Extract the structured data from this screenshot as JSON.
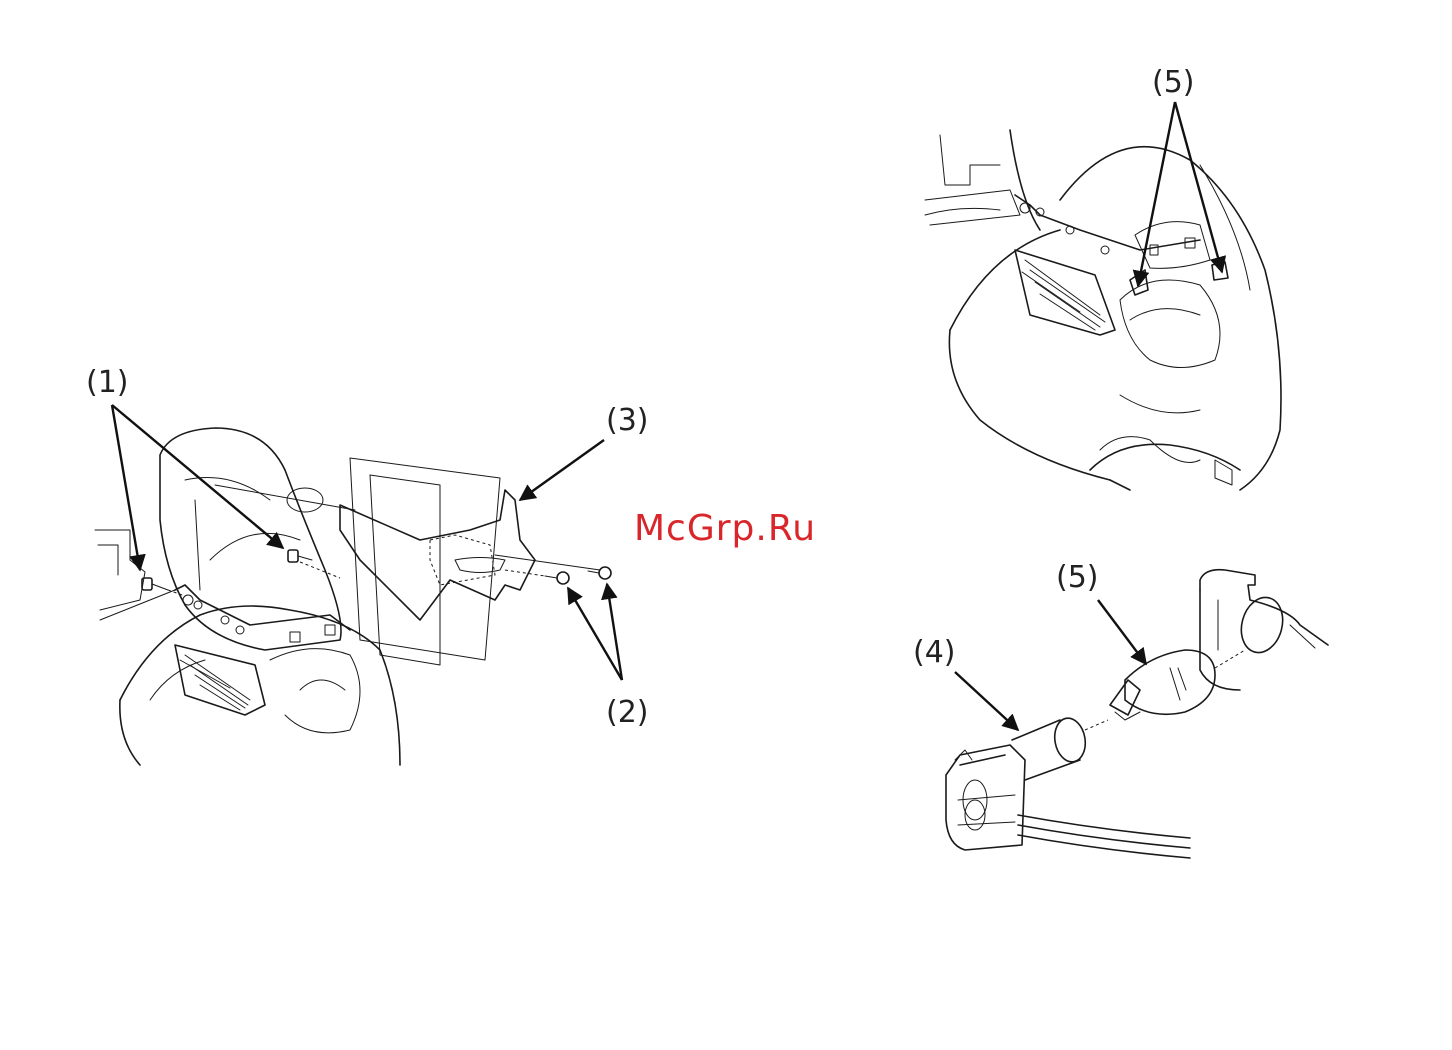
{
  "watermark": {
    "text": "McGrp.Ru",
    "color": "#d9262b"
  },
  "callouts": {
    "c1": "(1)",
    "c2": "(2)",
    "c3": "(3)",
    "c4": "(4)",
    "c5_top": "(5)",
    "c5_bottom": "(5)"
  },
  "colors": {
    "line": "#1a1a1a",
    "background": "#ffffff"
  }
}
